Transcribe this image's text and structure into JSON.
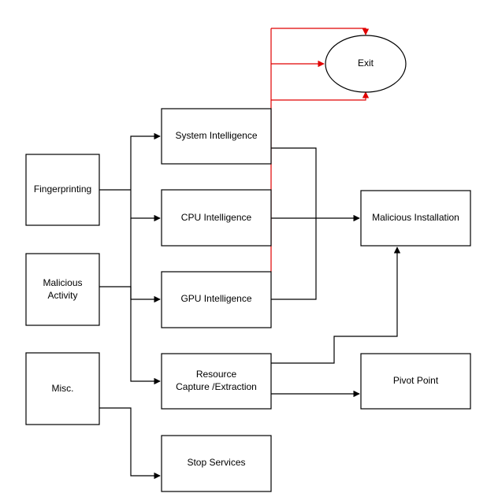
{
  "colors": {
    "line": "#000000",
    "exit_line": "#e00000",
    "background": "#ffffff"
  },
  "nodes": {
    "fingerprinting": "Fingerprinting",
    "malicious_activity_line1": "Malicious",
    "malicious_activity_line2": "Activity",
    "misc": "Misc.",
    "system_intelligence": "System Intelligence",
    "cpu_intelligence": "CPU Intelligence",
    "gpu_intelligence": "GPU Intelligence",
    "resource_capture_line1": "Resource",
    "resource_capture_line2": "Capture /Extraction",
    "stop_services": "Stop Services",
    "malicious_installation": "Malicious Installation",
    "pivot_point": "Pivot Point",
    "exit": "Exit"
  }
}
